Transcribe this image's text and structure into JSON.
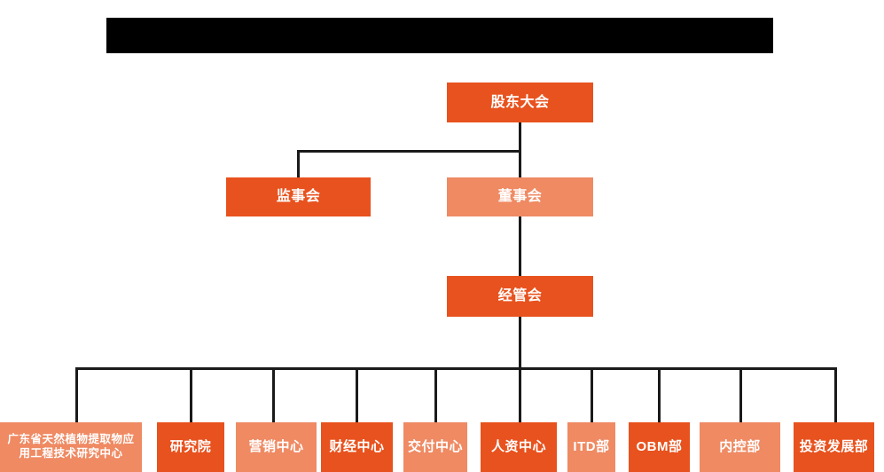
{
  "title_banner": {
    "name": "redacted-title-bar",
    "redacted": true,
    "text": ""
  },
  "colors": {
    "dark_orange": "#E8521E",
    "light_orange": "#EF8A63",
    "line": "#1a1a1a",
    "background": "#ffffff",
    "banner": "#000000",
    "node_text": "#ffffff"
  },
  "chart_type": "org-chart",
  "levels": {
    "level1": [
      {
        "id": "shareholders",
        "label": "股东大会",
        "tone": "dark"
      }
    ],
    "level2": [
      {
        "id": "supervisors",
        "label": "监事会",
        "tone": "dark"
      },
      {
        "id": "directors",
        "label": "董事会",
        "tone": "light"
      }
    ],
    "level3": [
      {
        "id": "management",
        "label": "经管会",
        "tone": "dark"
      }
    ],
    "level4": [
      {
        "id": "gd-research-center",
        "label": "广东省天然植物提取物应用工程技术研究中心",
        "tone": "light"
      },
      {
        "id": "research-institute",
        "label": "研究院",
        "tone": "dark"
      },
      {
        "id": "marketing-center",
        "label": "营销中心",
        "tone": "light"
      },
      {
        "id": "finance-center",
        "label": "财经中心",
        "tone": "dark"
      },
      {
        "id": "delivery-center",
        "label": "交付中心",
        "tone": "light"
      },
      {
        "id": "hr-center",
        "label": "人资中心",
        "tone": "dark"
      },
      {
        "id": "itd-dept",
        "label": "ITD部",
        "tone": "light"
      },
      {
        "id": "obm-dept",
        "label": "OBM部",
        "tone": "dark"
      },
      {
        "id": "internal-control-dept",
        "label": "内控部",
        "tone": "light"
      },
      {
        "id": "investment-development-dept",
        "label": "投资发展部",
        "tone": "dark"
      }
    ]
  }
}
